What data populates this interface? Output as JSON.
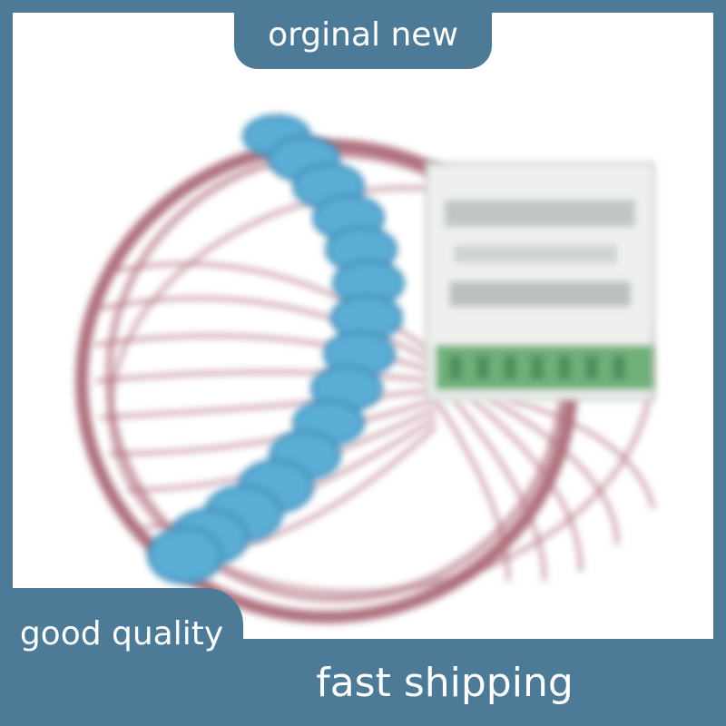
{
  "badges": {
    "top": "orginal new",
    "left": "good quality",
    "bottom": "fast shipping"
  },
  "colors": {
    "badge_blue": "#4d7a96",
    "cable_red": "#9b4f5e",
    "ferrite_blue": "#5aaed6",
    "connector_green": "#6fb07a",
    "board_white": "#eef0ee"
  },
  "photo": {
    "subject": "wire-harness-with-ferrite-beads-icon"
  }
}
